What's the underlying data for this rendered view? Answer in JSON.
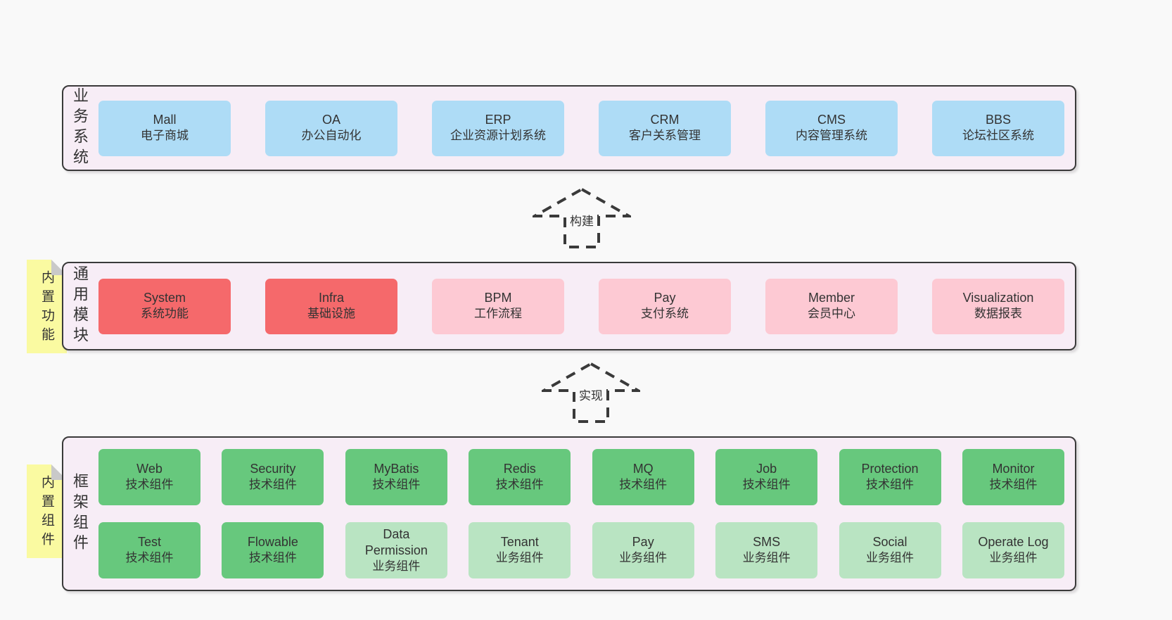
{
  "page": {
    "background": "#f9f9f9"
  },
  "colors": {
    "page_bg": "#f9f9f9",
    "container_bg": "#f7edf6",
    "container_border": "#3a3a3a",
    "text": "#333333",
    "blue": "#aedcf6",
    "red": "#f5696b",
    "pink": "#fdc9d3",
    "green": "#67c87d",
    "light_green": "#b9e4c2",
    "sticky_yellow": "#fafaa1",
    "sticky_fold_c": "#c9c9c9"
  },
  "arrows": [
    {
      "label": "构建"
    },
    {
      "label": "实现"
    }
  ],
  "layers": {
    "business": {
      "label": "业务系统",
      "boxes": [
        {
          "name": "Mall",
          "desc": "电子商城"
        },
        {
          "name": "OA",
          "desc": "办公自动化"
        },
        {
          "name": "ERP",
          "desc": "企业资源计划系统"
        },
        {
          "name": "CRM",
          "desc": "客户关系管理"
        },
        {
          "name": "CMS",
          "desc": "内容管理系统"
        },
        {
          "name": "BBS",
          "desc": "论坛社区系统"
        }
      ]
    },
    "modules": {
      "label": "通用模块",
      "sticky": "内置功能",
      "boxes": [
        {
          "name": "System",
          "desc": "系统功能"
        },
        {
          "name": "Infra",
          "desc": "基础设施"
        },
        {
          "name": "BPM",
          "desc": "工作流程"
        },
        {
          "name": "Pay",
          "desc": "支付系统"
        },
        {
          "name": "Member",
          "desc": "会员中心"
        },
        {
          "name": "Visualization",
          "desc": "数据报表"
        }
      ]
    },
    "framework": {
      "label": "框架组件",
      "sticky": "内置组件",
      "row1": [
        {
          "name": "Web",
          "desc": "技术组件"
        },
        {
          "name": "Security",
          "desc": "技术组件"
        },
        {
          "name": "MyBatis",
          "desc": "技术组件"
        },
        {
          "name": "Redis",
          "desc": "技术组件"
        },
        {
          "name": "MQ",
          "desc": "技术组件"
        },
        {
          "name": "Job",
          "desc": "技术组件"
        },
        {
          "name": "Protection",
          "desc": "技术组件"
        },
        {
          "name": "Monitor",
          "desc": "技术组件"
        }
      ],
      "row2": [
        {
          "name": "Test",
          "desc": "技术组件"
        },
        {
          "name": "Flowable",
          "desc": "技术组件"
        },
        {
          "name": "Data Permission",
          "desc": "业务组件"
        },
        {
          "name": "Tenant",
          "desc": "业务组件"
        },
        {
          "name": "Pay",
          "desc": "业务组件"
        },
        {
          "name": "SMS",
          "desc": "业务组件"
        },
        {
          "name": "Social",
          "desc": "业务组件"
        },
        {
          "name": "Operate Log",
          "desc": "业务组件"
        }
      ]
    }
  }
}
